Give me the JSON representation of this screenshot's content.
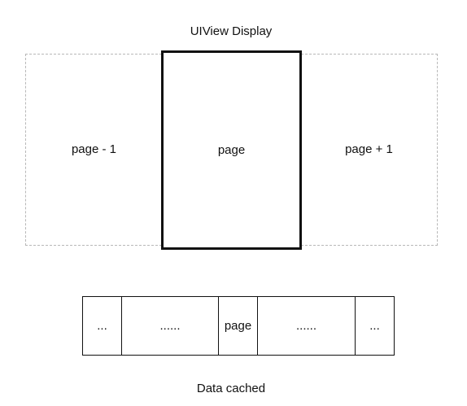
{
  "title": "UIView Display",
  "pages": {
    "prev": "page - 1",
    "current": "page",
    "next": "page + 1"
  },
  "cache": {
    "cells": [
      "...",
      "......",
      "page",
      "......",
      "..."
    ],
    "label": "Data cached"
  }
}
